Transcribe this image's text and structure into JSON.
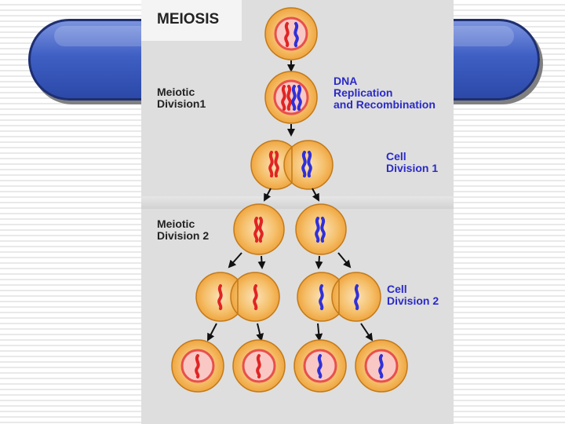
{
  "title": "MEIOSIS",
  "labels": {
    "meiotic_division_1": "Meiotic\nDivision1",
    "dna_replication": "DNA\nReplication\nand Recombination",
    "cell_division_1": "Cell\nDivision 1",
    "meiotic_division_2": "Meiotic\nDivision 2",
    "cell_division_2": "Cell\nDivision 2"
  },
  "colors": {
    "cell_outer": "#f0a63c",
    "cell_inner_light": "#fbe2b8",
    "nucleus_ring": "#e8504c",
    "nucleus_fill": "#f9c8c4",
    "chromosome_maternal": "#e02424",
    "chromosome_paternal": "#3030d8",
    "label_blue": "#2a2ac8",
    "label_dark": "#222222",
    "slide_bar": "#3f5fc4"
  }
}
